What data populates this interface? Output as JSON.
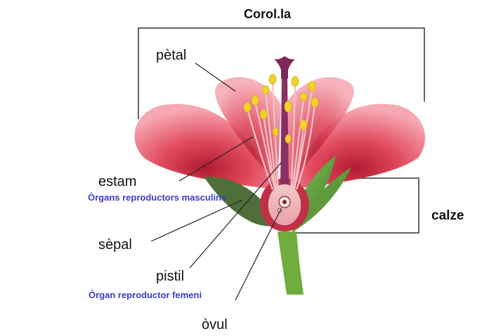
{
  "labels": {
    "corolla": "Corol.la",
    "petal": "pètal",
    "stamen": "estam",
    "stamen_note": "Òrgans reproductors masculins",
    "sepal": "sèpal",
    "pistil": "pistil",
    "pistil_note": "Òrgan reproductor femení",
    "ovule": "òvul",
    "calyx": "calze"
  },
  "colors": {
    "note_text": "#3b3bcc",
    "petal": "#e0485c",
    "sepal": "#5e9a3c",
    "pistil": "#7a2a5a",
    "anther": "#f2d22a"
  }
}
